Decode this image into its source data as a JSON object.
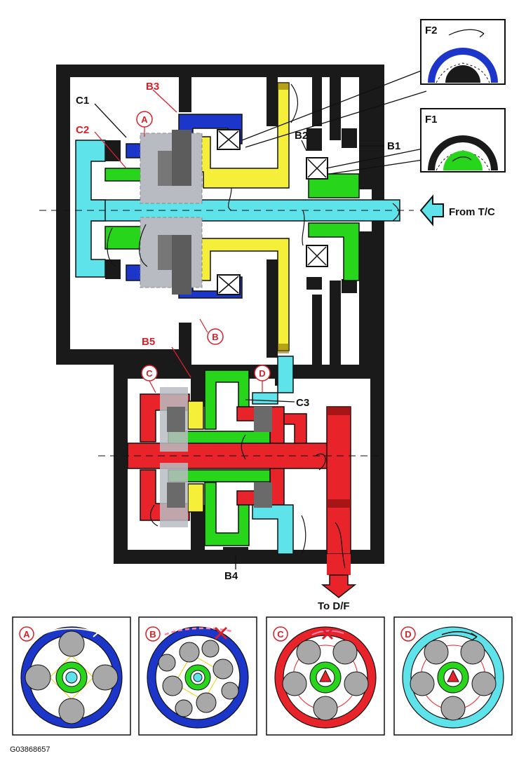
{
  "diagram": {
    "figure_id": "G03868657",
    "input_label": "From T/C",
    "output_label": "To D/F",
    "component_labels": {
      "c1": "C1",
      "c2": "C2",
      "c3": "C3",
      "b1": "B1",
      "b2": "B2",
      "b3": "B3",
      "b4": "B4",
      "b5": "B5",
      "f1": "F1",
      "f2": "F2"
    },
    "section_markers": [
      "A",
      "B",
      "C",
      "D"
    ],
    "colors": {
      "housing": "#1a1a1a",
      "input_shaft": "#5fe3ea",
      "yellow_member": "#f5ef3a",
      "blue_member": "#1c36c9",
      "green_member": "#27d51a",
      "red_member": "#e8232a",
      "pinion": "#8c8c8c",
      "carrier": "#b8bcc2",
      "label_red": "#d8202a"
    }
  }
}
